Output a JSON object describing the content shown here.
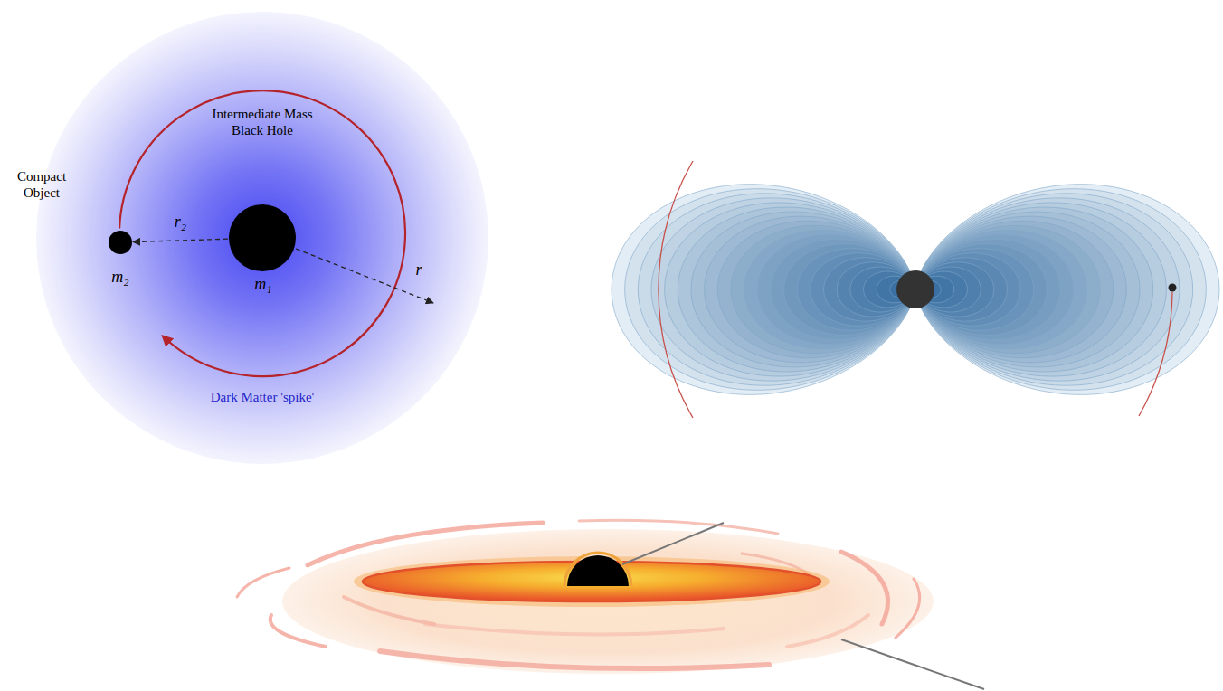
{
  "diagram": {
    "nodes": [
      {
        "text": [
          "Dark Matter 'spike'"
        ]
      },
      {
        "text": [
          "Intermediate Mass Black Hole",
          "m₁"
        ],
        "in": 0
      },
      {
        "text": [
          "Compact Object",
          "m₂"
        ],
        "in": 0
      }
    ],
    "edges": [
      {
        "from": 1,
        "to": 2,
        "arrow": "to",
        "label": "r₂"
      }
    ],
    "labels": [
      "r"
    ]
  }
}
